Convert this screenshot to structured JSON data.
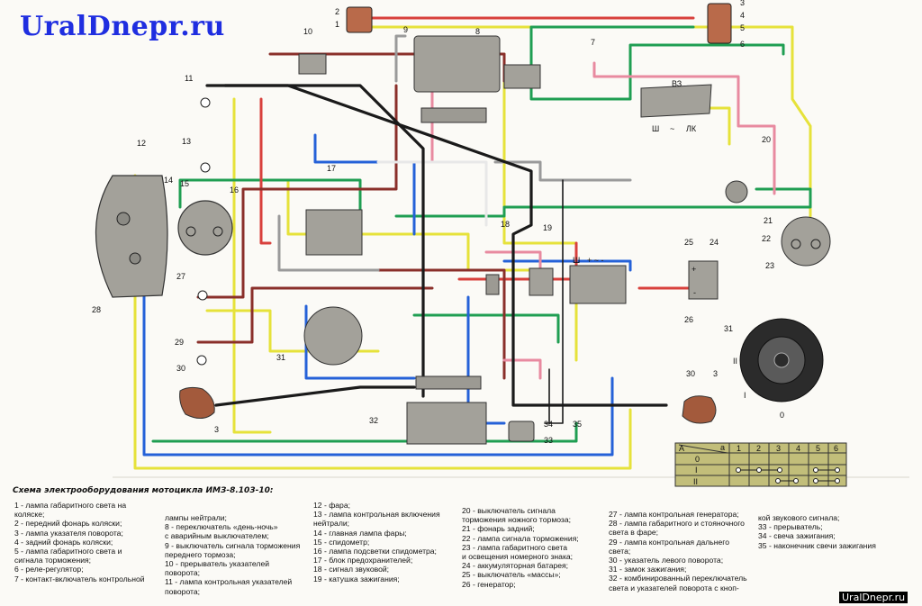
{
  "site": {
    "logo": "UralDnepr.ru",
    "footer": "UralDnepr.ru"
  },
  "diagram": {
    "title": "Схема электрооборудования мотоцикла ИМЗ-8.103-10:",
    "callouts": [
      "1",
      "2",
      "3",
      "4",
      "5",
      "6",
      "7",
      "8",
      "9",
      "10",
      "11",
      "12",
      "13",
      "14",
      "15",
      "16",
      "17",
      "18",
      "19",
      "20",
      "21",
      "22",
      "23",
      "24",
      "25",
      "26",
      "27",
      "28",
      "29",
      "30",
      "31",
      "32",
      "33",
      "34",
      "35"
    ],
    "terminals": {
      "regulator": "ВЗ",
      "sh": "Ш",
      "tilde": "~",
      "lk": "ЛК",
      "battery_plus": "+",
      "battery_minus": "-",
      "gen_sh": "Ш",
      "gen_mid": "+ ~ -"
    },
    "switch_marks": {
      "ii": "II",
      "i": "I",
      "zero": "0"
    },
    "switch_table": {
      "corner_a": "А",
      "corner_b": "а",
      "columns": [
        "1",
        "2",
        "3",
        "4",
        "5",
        "6"
      ],
      "rows": [
        "0",
        "I",
        "II"
      ]
    }
  },
  "legend": {
    "col1": [
      "1 - лампа габаритного света на",
      "коляске;",
      "2 - передний фонарь коляски;",
      "3 - лампа указателя поворота;",
      "4 - задний фонарь коляски;",
      "5 - лампа габаритного света и",
      "сигнала торможения;",
      "6 - реле-регулятор;",
      "7 - контакт-включатель контрольной"
    ],
    "col2": [
      "лампы нейтрали;",
      "8 - переключатель «день-ночь»",
      "с аварийным выключателем;",
      "9 - выключатель сигнала торможения",
      "переднего тормоза;",
      "10 - прерыватель указателей",
      "поворота;",
      "11 - лампа контрольная указателей",
      "поворота;"
    ],
    "col3": [
      "12 - фара;",
      "13 - лампа контрольная включения",
      "нейтрали;",
      "14 - главная лампа фары;",
      "15 - спидометр;",
      "16 - лампа подсветки спидометра;",
      "17 - блок предохранителей;",
      "18 - сигнал звуковой;",
      "19 - катушка зажигания;"
    ],
    "col4": [
      "20 - выключатель сигнала",
      "торможения ножного тормоза;",
      "21 - фонарь задний;",
      "22 - лампа сигнала торможения;",
      "23 - лампа габаритного света",
      "и освещения номерного знака;",
      "24 - аккумуляторная батарея;",
      "25 - выключатель «массы»;",
      "26 - генератор;"
    ],
    "col5": [
      "27 - лампа контрольная генератора;",
      "28 - лампа габаритного и стояночного",
      "света в фаре;",
      "29 - лампа контрольная дальнего",
      "света;",
      "30 - указатель левого поворота;",
      "31 - замок зажигания;",
      "32 - комбинированный переключатель",
      "света и указателей поворота с кноп-"
    ],
    "col6": [
      "кой звукового сигнала;",
      "33 - прерыватель;",
      "34 - свеча зажигания;",
      "35 - наконечник свечи зажигания"
    ]
  }
}
